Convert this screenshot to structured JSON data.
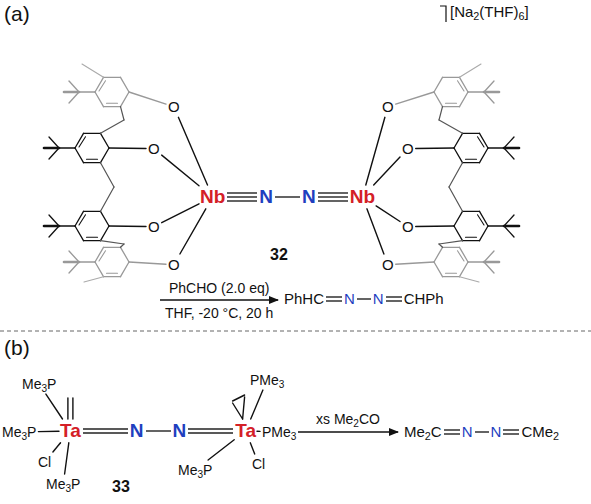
{
  "diagram": {
    "labels": [
      "(a)",
      "[Na2(THF)6]",
      "O",
      "O",
      "O",
      "O",
      "O",
      "O",
      "O",
      "O",
      "Nb",
      "N",
      "N",
      "Nb",
      "32",
      "PhCHO (2.0 eq)",
      "THF, -20 °C, 20 h",
      "PhHC",
      "N",
      "N",
      "CHPh",
      "(b)",
      "Me3P",
      "Me3P",
      "Cl",
      "Me3P",
      "Ta",
      "N",
      "N",
      "Ta",
      "PMe3",
      "PMe3",
      "Me3P",
      "Cl",
      "33",
      "xs Me2CO",
      "Me2C",
      "N",
      "N",
      "CMe2"
    ]
  }
}
